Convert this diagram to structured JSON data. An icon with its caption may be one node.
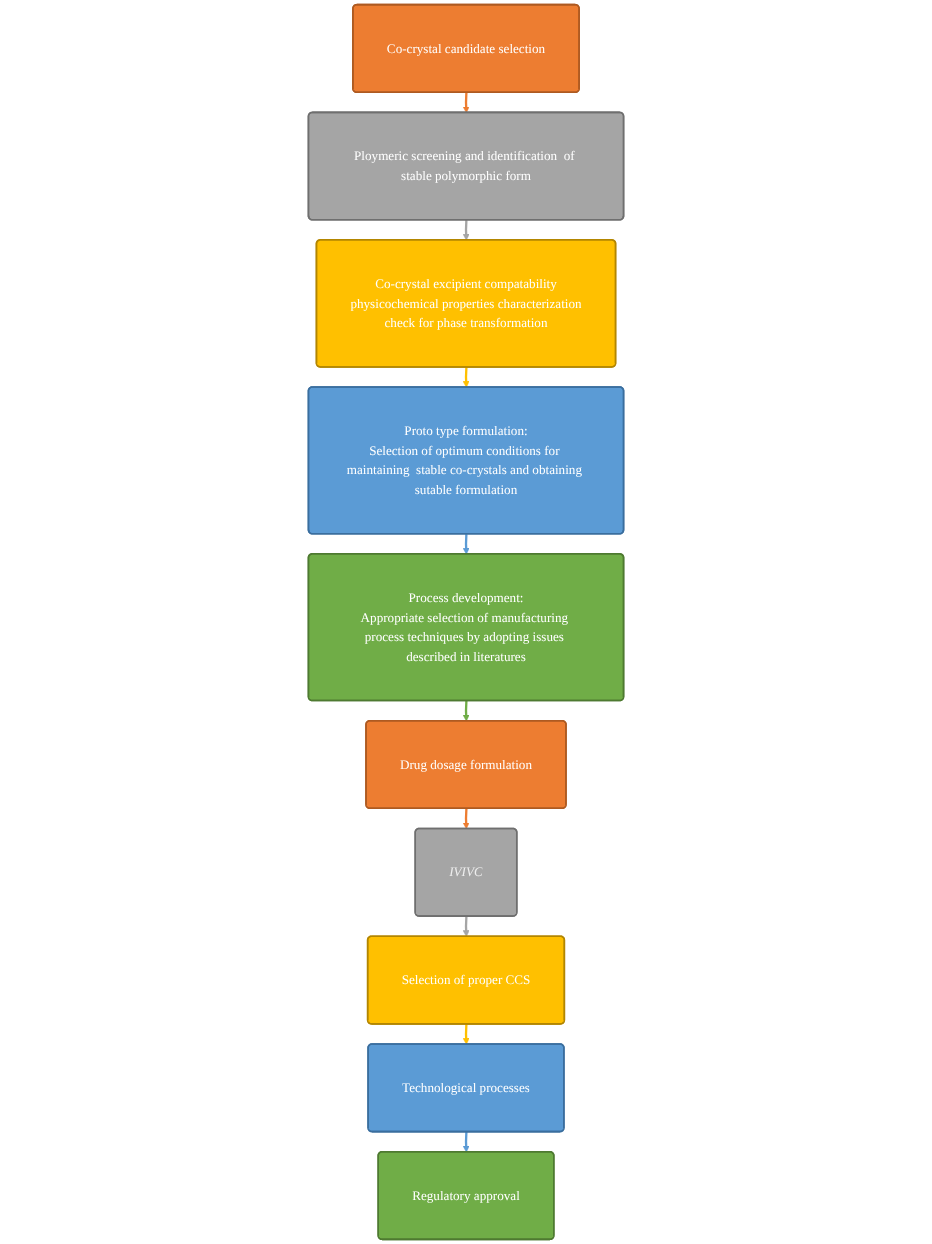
{
  "diagram": {
    "nodes": [
      {
        "text": [
          "Co-crystal candidate selection"
        ]
      },
      {
        "text": [
          "Ploymeric screening and identification  of stable polymorphic form"
        ]
      },
      {
        "text": [
          "Co-crystal excipient compatability",
          "physicochemical properties characterization",
          "check for phase transformation"
        ]
      },
      {
        "text": [
          "Drug dosage formulation"
        ]
      },
      {
        "text": [
          "Process development:",
          "Appropriate selection of manufacturing process techniques by adopting issues described in literatures"
        ]
      },
      {
        "text": [
          "Proto type formulation:",
          "Selection of optimum conditions for maintaining  stable co-crystals and obtaining sutable formulation"
        ]
      },
      {
        "text": [
          "IVIVC"
        ]
      },
      {
        "text": [
          "Selection of proper CCS"
        ]
      },
      {
        "text": [
          "Technological processes"
        ]
      },
      {
        "text": [
          "Regulatory approval"
        ]
      }
    ],
    "edges": [
      {
        "from": 0,
        "to": 1,
        "arrow": "to",
        "color": "#ed7d31"
      },
      {
        "from": 1,
        "to": 2,
        "arrow": "to",
        "color": "#a5a5a5"
      },
      {
        "from": 2,
        "to": 5,
        "arrow": "to",
        "color": "#ffc000"
      },
      {
        "from": 5,
        "to": 4,
        "arrow": "to",
        "color": "#5b9bd5"
      },
      {
        "from": 4,
        "to": 3,
        "arrow": "to",
        "color": "#70ad47"
      },
      {
        "from": 3,
        "to": 6,
        "arrow": "to",
        "color": "#ed7d31"
      },
      {
        "from": 6,
        "to": 7,
        "arrow": "to",
        "color": "#a5a5a5"
      },
      {
        "from": 7,
        "to": 8,
        "arrow": "to",
        "color": "#ffc000"
      },
      {
        "from": 8,
        "to": 9,
        "arrow": "to",
        "color": "#5b9bd5"
      }
    ]
  }
}
